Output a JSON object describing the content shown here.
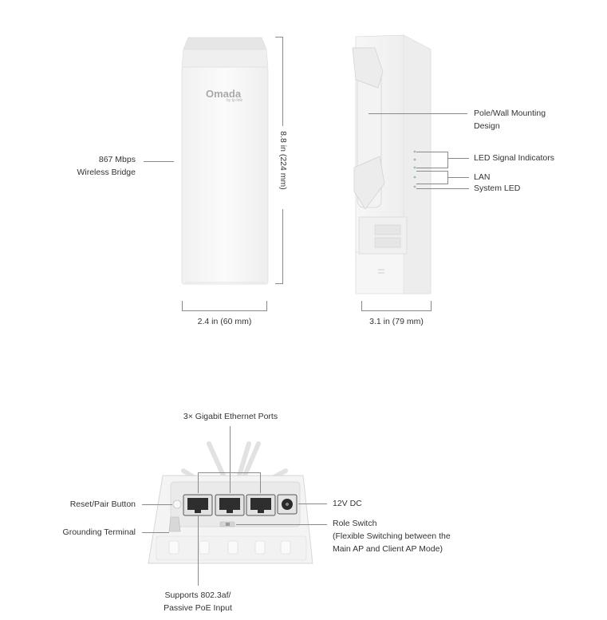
{
  "front_view": {
    "brand": "Omada",
    "brand_sub": "by tp-link",
    "label_line1": "867 Mbps",
    "label_line2": "Wireless Bridge",
    "height_dim": "8.8 in (224 mm)",
    "width_dim": "2.4 in (60 mm)"
  },
  "side_view": {
    "mount_line1": "Pole/Wall Mounting",
    "mount_line2": "Design",
    "led_signal": "LED Signal Indicators",
    "lan": "LAN",
    "system_led": "System LED",
    "depth_dim": "3.1 in (79 mm)"
  },
  "bottom_view": {
    "ports": "3× Gigabit Ethernet Ports",
    "reset": "Reset/Pair Button",
    "grounding": "Grounding Terminal",
    "dc": "12V DC",
    "role_line1": "Role Switch",
    "role_line2": "(Flexible Switching between the",
    "role_line3": "Main AP and Client AP Mode)",
    "poe_line1": "Supports 802.3af/",
    "poe_line2": "Passive PoE Input"
  }
}
